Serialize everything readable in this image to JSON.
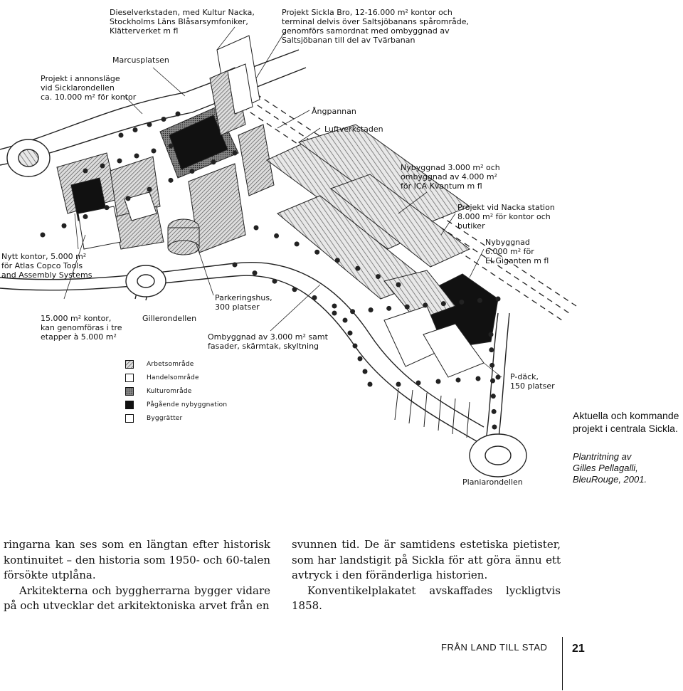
{
  "map": {
    "labels": {
      "dieselverkstaden": "Dieselverkstaden, med Kultur Nacka,\nStockholms Läns Blåsarsymfoniker,\nKlätterverket m fl",
      "sickla_bro": "Projekt Sickla Bro, 12-16.000 m² kontor och\nterminal delvis över Saltsjöbanans spårområde,\ngenomförs samordnat med ombyggnad av\nSaltsjöbanan till del av Tvärbanan",
      "marcusplatsen": "Marcusplatsen",
      "annonslage": "Projekt i annonsläge\nvid Sicklarondellen\nca. 10.000 m² för kontor",
      "angpannan": "Ångpannan",
      "luftverkstaden": "Luftverkstaden",
      "nybyggnad_ica": "Nybyggnad 3.000 m² och\nombyggnad av 4.000 m²\nför ICA Kvantum m fl",
      "nacka_station": "Projekt vid Nacka station\n8.000 m² för kontor och\nbutiker",
      "elgiganten": "Nybyggnad\n6.000 m² för\nEl-Giganten m fl",
      "atlas_copco": "Nytt kontor, 5.000 m²\nför Atlas Copco Tools\nand Assembly Systems",
      "parkeringshus": "Parkeringshus,\n300 platser",
      "kontor_15000": "15.000 m² kontor,\nkan genomföras i tre\netapper à 5.000 m²",
      "gillerondellen": "Gillerondellen",
      "ombyggnad": "Ombyggnad av 3.000 m² samt\nfasader, skärmtak, skyltning",
      "pdack": "P-däck,\n150 platser",
      "planiarondellen": "Planiarondellen"
    },
    "legend": [
      {
        "label": "Arbetsområde",
        "fill": "hatch"
      },
      {
        "label": "Handelsområde",
        "fill": "#ffffff"
      },
      {
        "label": "Kulturområde",
        "fill": "dots"
      },
      {
        "label": "Pågående nybyggnation",
        "fill": "#111111"
      },
      {
        "label": "Byggrätter",
        "fill": "#ffffff"
      }
    ]
  },
  "caption": {
    "title": "Aktuella och kommande\nprojekt i centrala Sickla.",
    "credit": "Plantritning av\nGilles Pellagalli,\nBleuRouge, 2001."
  },
  "body": {
    "col1_p1": "ringarna kan ses som en längtan efter historisk kontinuitet – den historia som 1950- och 60-talen försökte utplåna.",
    "col1_p2": "Arkitekterna och byggherrarna bygger vidare på och utvecklar det arkitektoniska arvet från en",
    "col2_p1": "svunnen tid. De är samtidens estetiska pietister, som har landstigit på Sickla för att göra ännu ett avtryck i den föränderliga historien.",
    "col2_p2": "Konventikelplakatet avskaffades lyckligtvis 1858."
  },
  "footer": {
    "title": "FRÅN LAND TILL STAD",
    "page": "21"
  }
}
